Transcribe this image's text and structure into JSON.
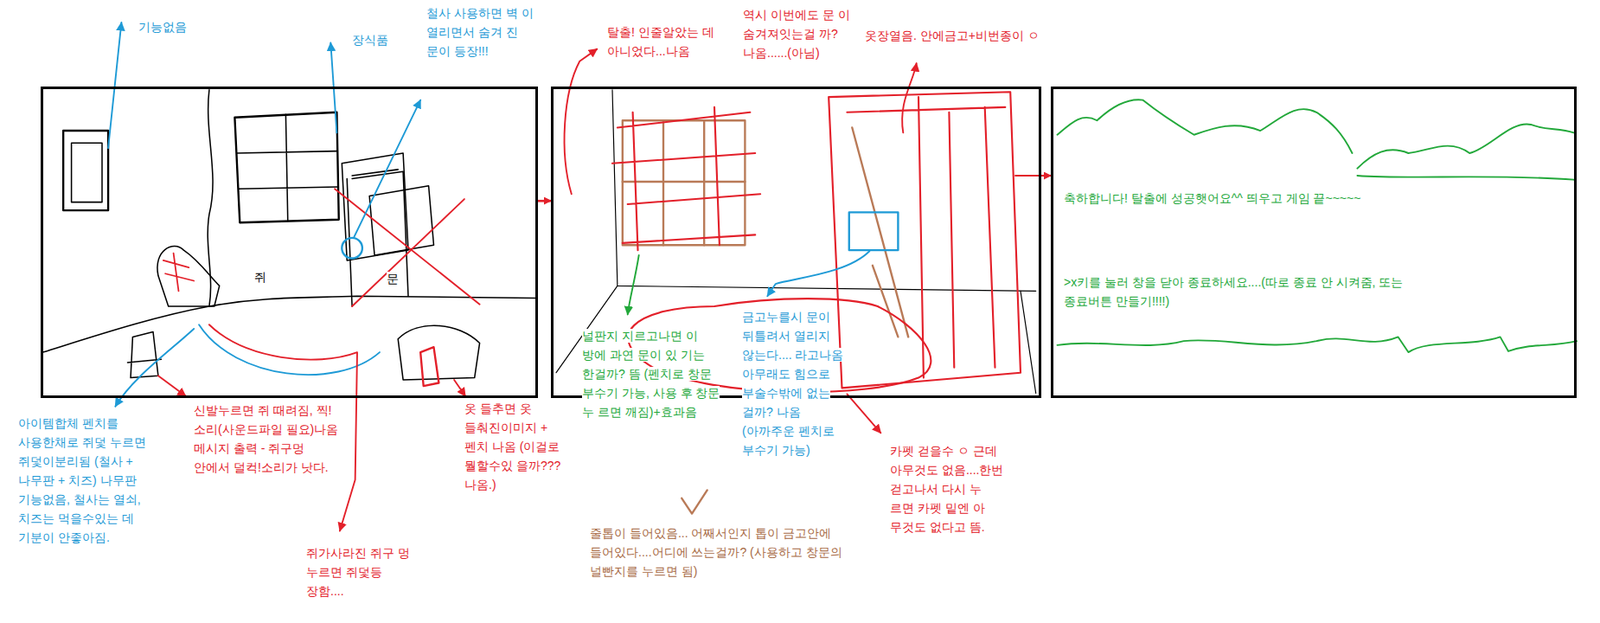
{
  "diagram": {
    "nodes": [
      {
        "text": [
          "쥐",
          "문"
        ]
      },
      {
        "text": [
          "널판지 지르고나면 이 방에 과연 문이 있 기는 한걸까? 뜸 (펜치로 창문 부수기 가능, 사용 후 창문 누 르면 깨짐)+효과음",
          "금고누를시 문이 뒤틀려서 열리지 않는다.... 라고나옴 아무래도 힘으로 부술수밖에 없는 걸까? 나옴 (아까주운 펜치로 부수기 가능)"
        ]
      },
      {
        "text": [
          "축하합니다! 탈출에 성공햇어요^^ 띄우고 게임 끝~~~~~",
          ">x키를 눌러 창을 닫아 종료하세요....(따로 종료 안 시켜줌, 또는 종료버튼 만들기!!!!)"
        ]
      }
    ],
    "edges": [
      {
        "from": 0,
        "to": 1,
        "arrow": "to"
      },
      {
        "from": 1,
        "to": 2,
        "arrow": "to"
      }
    ],
    "labels": [
      "기능없음",
      "장식품",
      "철사 사용하면 벽 이 열리면서 숨겨 진 문이 등장!!!",
      "탈출! 인줄알았는 데 아니었다...나옴",
      "역시 이번에도 문 이 숨겨져잇는걸 까? 나옴......(아님)",
      "옷장열음. 안에금고+비번종이 ㅇ",
      "아이템합체 펜치를 사용한채로 쥐덫 누르면 쥐덫이분리됨 (철사 + 나무판 + 치즈) 나무판 기능없음, 철사는 열쇠, 치즈는 먹을수있는 데 기분이 안좋아짐.",
      "신발누르면 쥐 때려짐, 찍!소리(사운드파일 필요)나옴 메시지 출력 - 쥐구멍 안에서 덜컥!소리가 낫다.",
      "쥐가사라진 쥐구 멍 누르면 쥐덫등 장함....",
      "옷 들추면 옷 들춰진이미지 + 펜치 나옴 (이걸로 뭘할수있 을까??? 나옴.)",
      "줄톱이 들어있음... 어째서인지 톱이 금고안에 들어있다....어디에 쓰는걸까? (사용하고 창문의 널빤지를 누르면 됨)",
      "카펫 걷을수 ㅇ 근데 아무것도 없음....한번 걷고나서 다시 누 르면 카펫 밑엔 아 무것도 없다고 뜸."
    ]
  }
}
